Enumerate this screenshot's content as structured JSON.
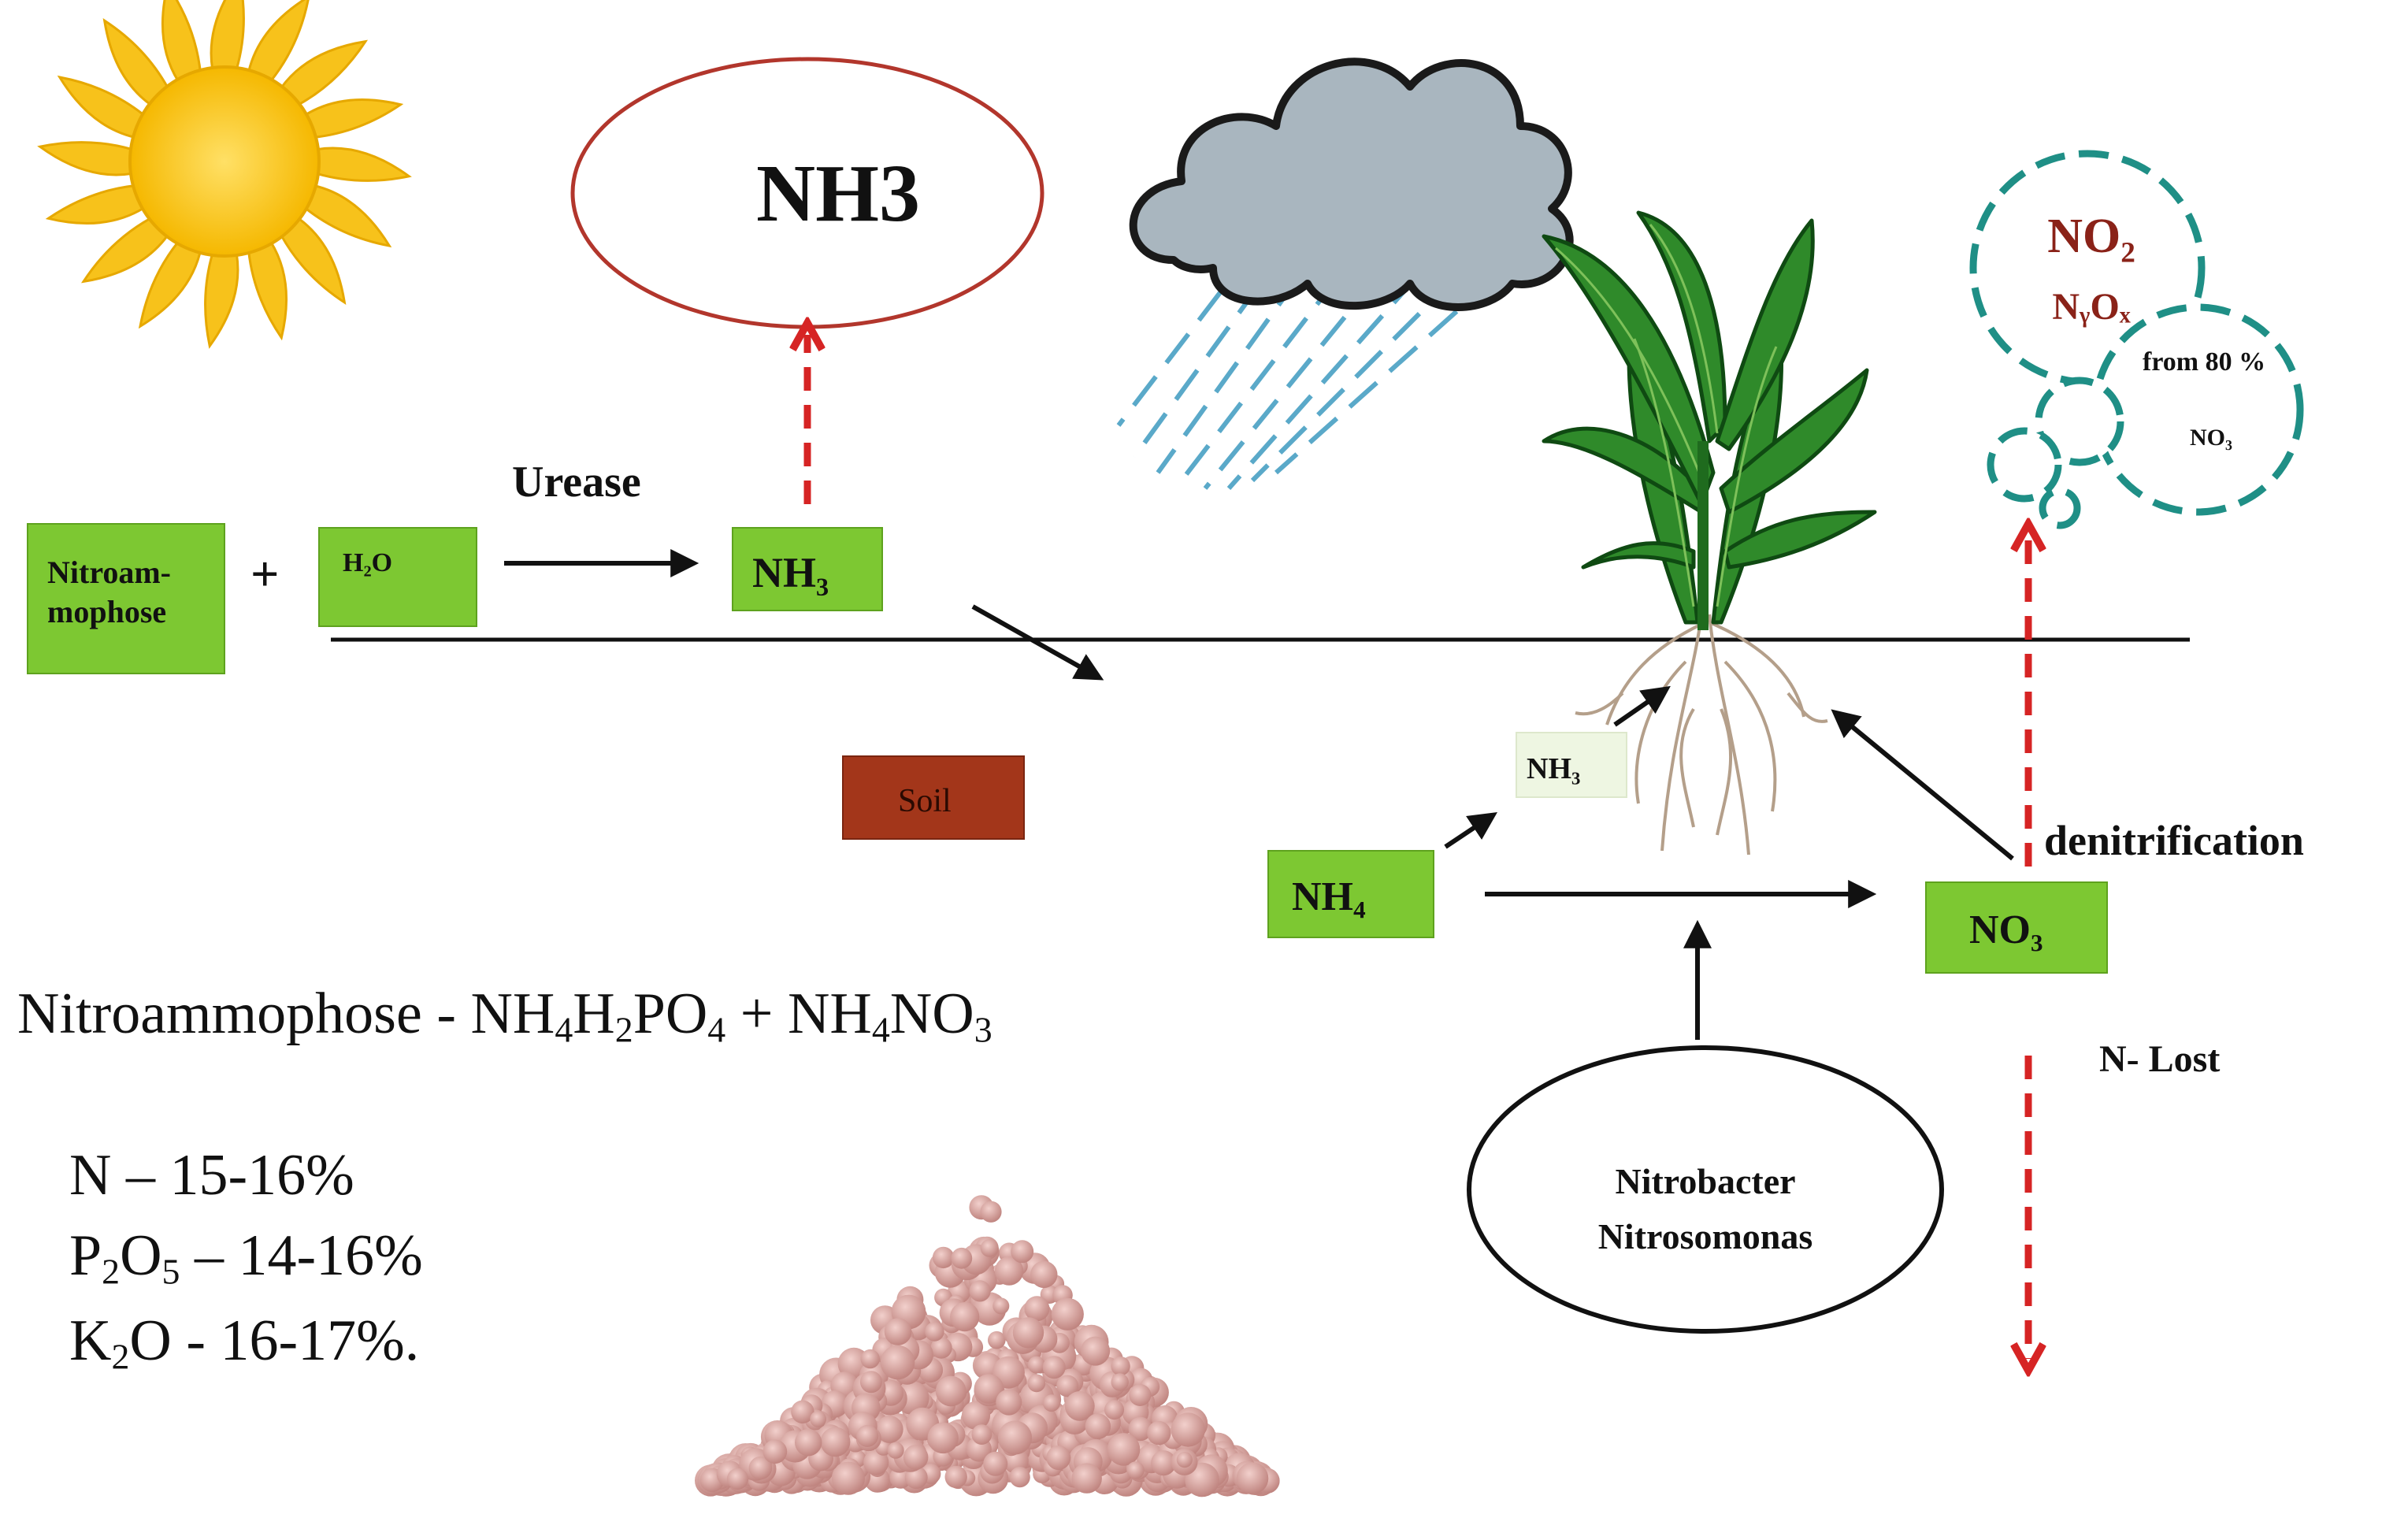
{
  "labels": {
    "nitroammophose_box": [
      "Nitroam-",
      "mophose"
    ],
    "plus": "+",
    "h2o_box": "H₂O",
    "urease": "Urease",
    "nh3_box": "NH₃",
    "nh3_cloud": "NH3",
    "soil": "Soil",
    "nh3_root": "NH₃",
    "nh4_box": "NH₄",
    "no3_box": "NO₃",
    "denitrification": "denitrification",
    "n_lost": "N- Lost",
    "bacteria": [
      "Nitrobacter",
      "Nitrosomonas"
    ],
    "gas_no2": "NO₂",
    "gas_nyox": "NᵧOₓ",
    "gas_from": "from 80 %",
    "gas_no3": "NO₃"
  },
  "formula": {
    "name": "Nitroammophose",
    "sep": " - ",
    "nh4": "NH",
    "s4a": "4",
    "h2": "H",
    "s2": "2",
    "po4": "PO",
    "s4b": "4",
    "plus": " + ",
    "nh4b": "NH",
    "s4c": "4",
    "no3": "NO",
    "s3": "3"
  },
  "composition": [
    {
      "el": "N",
      "sub1": "",
      "el2": "",
      "sub2": "",
      "rest": " – 15-16%"
    },
    {
      "el": "P",
      "sub1": "2",
      "el2": "O",
      "sub2": "5",
      "rest": " – 14-16%"
    },
    {
      "el": "K",
      "sub1": "2",
      "el2": "O",
      "sub2": "",
      "rest": " - 16-17%."
    }
  ],
  "colors": {
    "green_box": "#7dc832",
    "soil_box": "#a3361a",
    "red_arrow": "#d62424",
    "teal_bubble": "#1f8f86",
    "sun": "#f7c21b",
    "cloud": "#a9b6bf",
    "rain": "#5aa9c9",
    "leaf": "#2f8a2a",
    "pellet": "#d7a39f"
  }
}
